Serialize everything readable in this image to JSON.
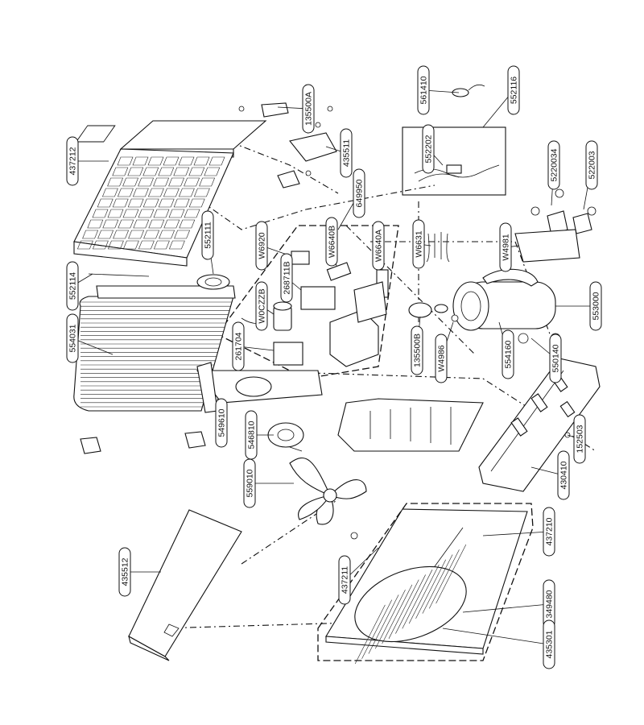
{
  "parts": [
    {
      "id": "p437212",
      "label": "437212"
    },
    {
      "id": "p135500A",
      "label": "135500A"
    },
    {
      "id": "p435511",
      "label": "435511"
    },
    {
      "id": "p561410",
      "label": "561410"
    },
    {
      "id": "p552116",
      "label": "552116"
    },
    {
      "id": "p552202",
      "label": "552202"
    },
    {
      "id": "p5220034",
      "label": "5220034"
    },
    {
      "id": "p5220035",
      "label": "522003"
    },
    {
      "id": "p649950",
      "label": "649950"
    },
    {
      "id": "p552111",
      "label": "552111"
    },
    {
      "id": "p552114",
      "label": "552114"
    },
    {
      "id": "p554031",
      "label": "554031"
    },
    {
      "id": "pW6920",
      "label": "W6920"
    },
    {
      "id": "pW6640B",
      "label": "W6640B"
    },
    {
      "id": "pW6640A",
      "label": "W6640A"
    },
    {
      "id": "p268711B",
      "label": "268711B"
    },
    {
      "id": "p1XYC02W",
      "label": "W0CZZB"
    },
    {
      "id": "p261704",
      "label": "261704"
    },
    {
      "id": "pW6631",
      "label": "W6631"
    },
    {
      "id": "pW4981",
      "label": "W4981"
    },
    {
      "id": "p553000",
      "label": "553000"
    },
    {
      "id": "p135500B",
      "label": "135500B"
    },
    {
      "id": "pW4986",
      "label": "W4986"
    },
    {
      "id": "p554160",
      "label": "554160"
    },
    {
      "id": "p550140",
      "label": "550140"
    },
    {
      "id": "p549610",
      "label": "549610"
    },
    {
      "id": "p546810",
      "label": "546810"
    },
    {
      "id": "p152503",
      "label": "152503"
    },
    {
      "id": "p430410",
      "label": "430410"
    },
    {
      "id": "p559010",
      "label": "559010"
    },
    {
      "id": "p437210",
      "label": "437210"
    },
    {
      "id": "p435512",
      "label": "435512"
    },
    {
      "id": "p437211",
      "label": "437211"
    },
    {
      "id": "p349480",
      "label": "349480"
    },
    {
      "id": "p435301",
      "label": "435301"
    }
  ]
}
